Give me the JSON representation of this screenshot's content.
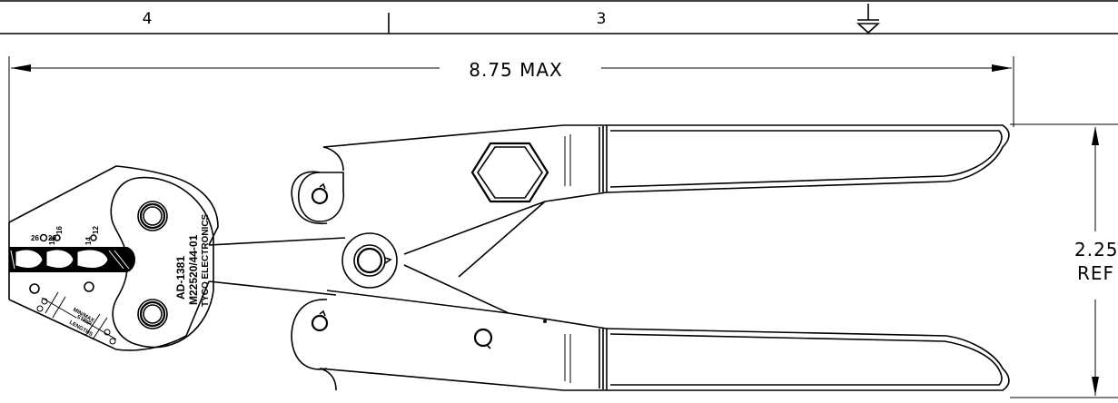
{
  "title_block": {
    "zone_left": "4",
    "zone_right": "3"
  },
  "dimensions": {
    "length": "8.75 MAX",
    "height_value": "2.25",
    "height_ref": "REF"
  },
  "tool_markings": {
    "line1": "AD-1381",
    "line2": "M22520/44-01",
    "line3": "TYCO ELECTRONICS",
    "strip_line1": "MIN/MAX",
    "strip_line2": "STRIP",
    "strip_line3": "LENGTHS"
  },
  "gauge_labels": {
    "g1_left": "26",
    "g1_right": "20",
    "g2_left": "18",
    "g2_right": "16",
    "g3_left": "14",
    "g3_right": "12"
  }
}
